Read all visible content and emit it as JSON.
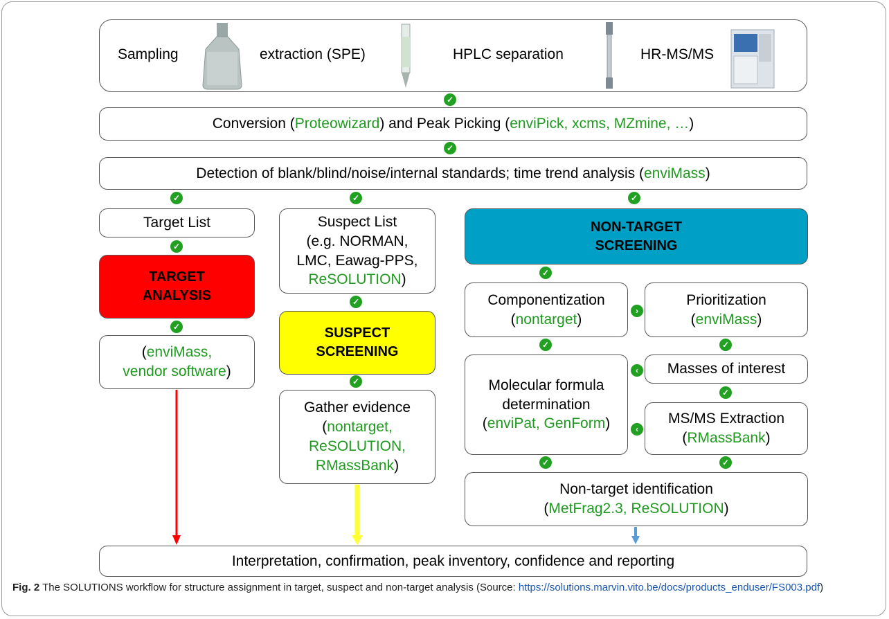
{
  "colors": {
    "green_text": "#1f9a1f",
    "check_green": "#22a022",
    "target_red": "#ff0000",
    "suspect_yellow": "#ffff00",
    "nontarget_blue": "#00a0c6",
    "arrow_red": "#ff0000",
    "arrow_yellow": "#ffff33",
    "arrow_blue": "#5b9bd5",
    "link_blue": "#1a56b0"
  },
  "top_row": {
    "sampling": "Sampling",
    "extraction": "extraction (SPE)",
    "hplc": "HPLC separation",
    "hrms": "HR-MS/MS"
  },
  "conversion": {
    "a": "Conversion (",
    "b": "Proteowizard",
    "c": ") and Peak Picking (",
    "d": "enviPick, xcms, MZmine, …",
    "e": ")"
  },
  "detection": {
    "a": "Detection of blank/blind/noise/internal standards; time trend analysis (",
    "b": "enviMass",
    "c": ")"
  },
  "target": {
    "list": "Target List",
    "analysis_line1": "TARGET",
    "analysis_line2": "ANALYSIS",
    "tools_open": "(",
    "tools_line1": "enviMass,",
    "tools_line2": "vendor software",
    "tools_close": ")"
  },
  "suspect": {
    "list_line1": "Suspect List",
    "list_line2": "(e.g. NORMAN,",
    "list_line3": "LMC, Eawag-PPS,",
    "list_line4": "ReSOLUTION",
    "list_close": ")",
    "screening_line1": "SUSPECT",
    "screening_line2": "SCREENING",
    "evidence_line1": "Gather evidence",
    "evidence_open": "(",
    "evidence_line2": "nontarget,",
    "evidence_line3": "ReSOLUTION,",
    "evidence_line4": "RMassBank",
    "evidence_close": ")"
  },
  "nontarget": {
    "screening_line1": "NON-TARGET",
    "screening_line2": "SCREENING",
    "componentization": "Componentization",
    "componentization_open": "(",
    "componentization_tool": "nontarget",
    "componentization_close": ")",
    "prioritization": "Prioritization",
    "prioritization_open": "(",
    "prioritization_tool": "enviMass",
    "prioritization_close": ")",
    "masses": "Masses of interest",
    "formula_line1": "Molecular formula",
    "formula_line2": "determination",
    "formula_open": "(",
    "formula_tool": "enviPat, GenForm",
    "formula_close": ")",
    "msms": "MS/MS Extraction",
    "msms_open": "(",
    "msms_tool": "RMassBank",
    "msms_close": ")",
    "identification": "Non-target identification",
    "identification_open": "(",
    "identification_tool": "MetFrag2.3, ReSOLUTION",
    "identification_close": ")"
  },
  "interpretation": "Interpretation, confirmation, peak inventory, confidence and reporting",
  "caption": {
    "fig": "Fig. 2",
    "text": " The SOLUTIONS workflow for structure assignment in target, suspect and non-target analysis (Source: ",
    "link": "https://solutions.marvin.vito.be/docs/products_enduser/FS003.pdf",
    "close": ")"
  },
  "icons": [
    "check-down-icon",
    "check-right-icon",
    "check-left-icon",
    "bottle-icon",
    "spe-cartridge-icon",
    "hplc-column-icon",
    "mass-spectrometer-icon"
  ]
}
